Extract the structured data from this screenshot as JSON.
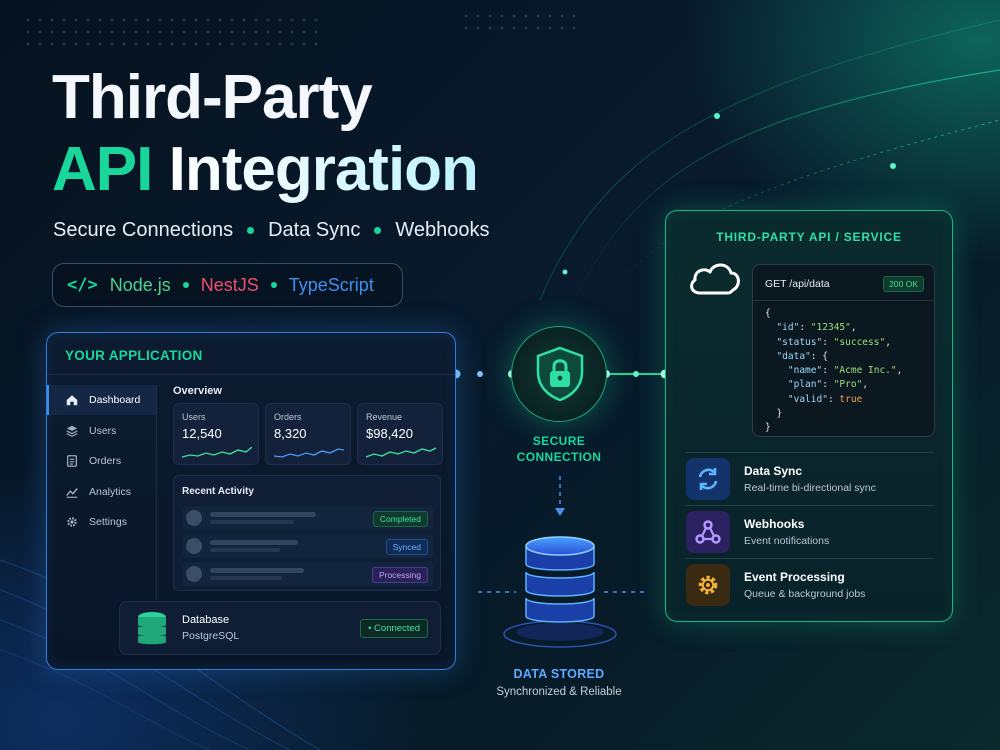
{
  "hero": {
    "title_line1": "Third-Party",
    "title_api": "API",
    "title_rest": "Integration",
    "subtitle_items": [
      "Secure Connections",
      "Data Sync",
      "Webhooks"
    ],
    "stack": {
      "code_icon": "</>",
      "items": [
        {
          "label": "Node.js",
          "color": "#4fd18a"
        },
        {
          "label": "NestJS",
          "color": "#f0506a"
        },
        {
          "label": "TypeScript",
          "color": "#3f8ff0"
        }
      ]
    }
  },
  "app": {
    "title": "YOUR APPLICATION",
    "sidebar": [
      {
        "label": "Dashboard",
        "icon": "home-icon",
        "active": true
      },
      {
        "label": "Users",
        "icon": "layers-icon"
      },
      {
        "label": "Orders",
        "icon": "document-icon"
      },
      {
        "label": "Analytics",
        "icon": "chart-icon"
      },
      {
        "label": "Settings",
        "icon": "gear-icon"
      }
    ],
    "overview_title": "Overview",
    "stats": [
      {
        "label": "Users",
        "value": "12,540"
      },
      {
        "label": "Orders",
        "value": "8,320"
      },
      {
        "label": "Revenue",
        "value": "$98,420"
      }
    ],
    "activity": {
      "title": "Recent Activity",
      "rows": [
        {
          "status": "Completed"
        },
        {
          "status": "Synced"
        },
        {
          "status": "Processing"
        }
      ]
    },
    "database": {
      "title": "Database",
      "engine": "PostgreSQL",
      "status": "• Connected"
    }
  },
  "center": {
    "secure_line1": "SECURE",
    "secure_line2": "CONNECTION",
    "stored_title": "DATA STORED",
    "stored_subtitle": "Synchronized & Reliable"
  },
  "service": {
    "title": "THIRD-PARTY API / SERVICE",
    "request": "GET /api/data",
    "status_code": "200 OK",
    "response": {
      "id": "12345",
      "status": "success",
      "name": "Acme Inc.",
      "plan": "Pro",
      "valid": "true"
    },
    "features": [
      {
        "title": "Data Sync",
        "desc": "Real-time bi-directional sync",
        "icon": "sync-icon"
      },
      {
        "title": "Webhooks",
        "desc": "Event notifications",
        "icon": "webhook-icon"
      },
      {
        "title": "Event Processing",
        "desc": "Queue & background jobs",
        "icon": "gear-icon"
      }
    ]
  },
  "colors": {
    "accent_green": "#19d79a",
    "accent_blue": "#2f7fd8",
    "background": "#06121f"
  }
}
